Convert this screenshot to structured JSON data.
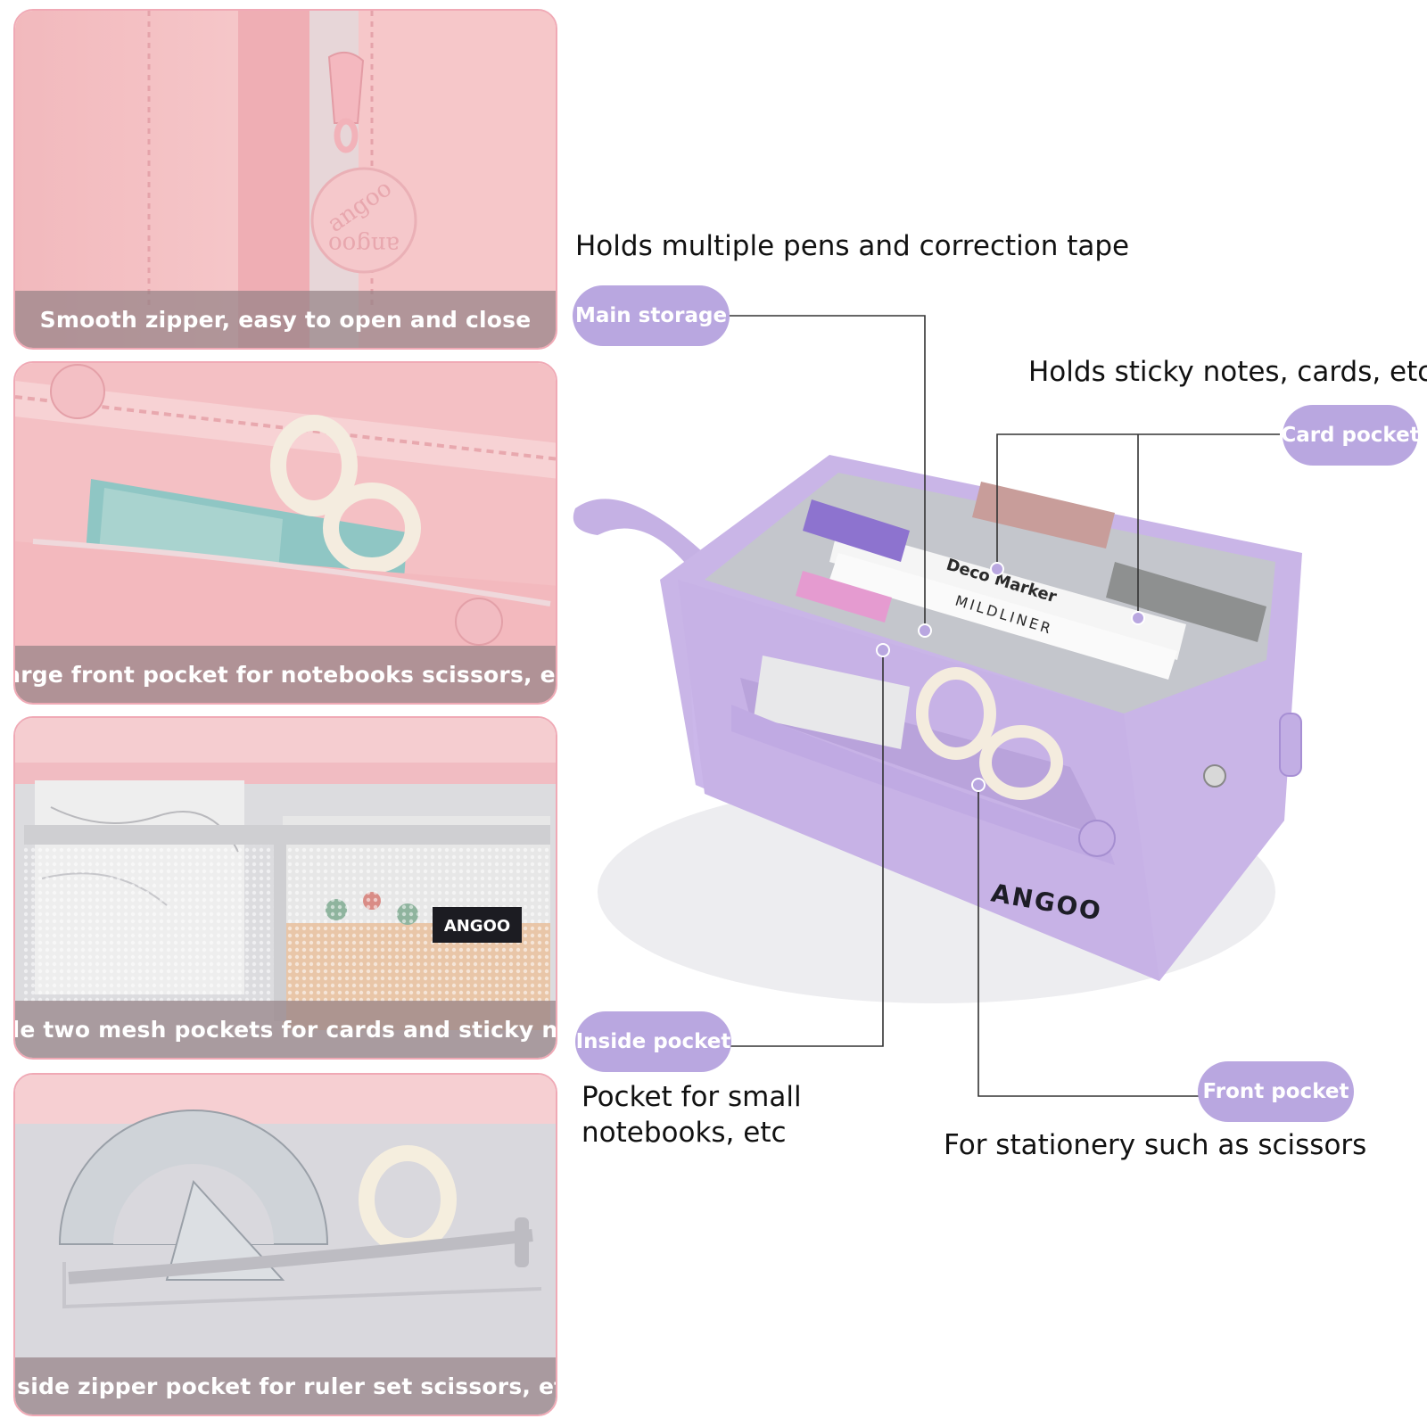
{
  "panels": [
    {
      "caption": "Smooth zipper, easy to open and close"
    },
    {
      "caption": "Large front pocket for notebooks scissors, etc"
    },
    {
      "caption": "Inside two mesh pockets for cards and sticky notes"
    },
    {
      "caption": "Inside zipper pocket for ruler set scissors, etc"
    }
  ],
  "annotations": {
    "main_storage": {
      "heading": "Holds multiple pens and correction tape",
      "label": "Main storage"
    },
    "card_pocket": {
      "heading": "Holds sticky notes, cards, etc",
      "label": "Card pocket"
    },
    "inside_pocket": {
      "label": "Inside pocket",
      "desc_line1": "Pocket for small",
      "desc_line2": "notebooks, etc"
    },
    "front_pocket": {
      "label": "Front pocket",
      "desc": "For stationery such as scissors"
    }
  },
  "product": {
    "brand": "ANGOO",
    "zipper_brand": "angoo",
    "marker_1": "Deco Marker",
    "marker_2": "MILDLINER"
  },
  "colors": {
    "pill": "#b9a7e0",
    "panel_border": "#f0a9b5",
    "case_purple": "#c9b6e6",
    "pink_fabric": "#f3c3c6"
  }
}
